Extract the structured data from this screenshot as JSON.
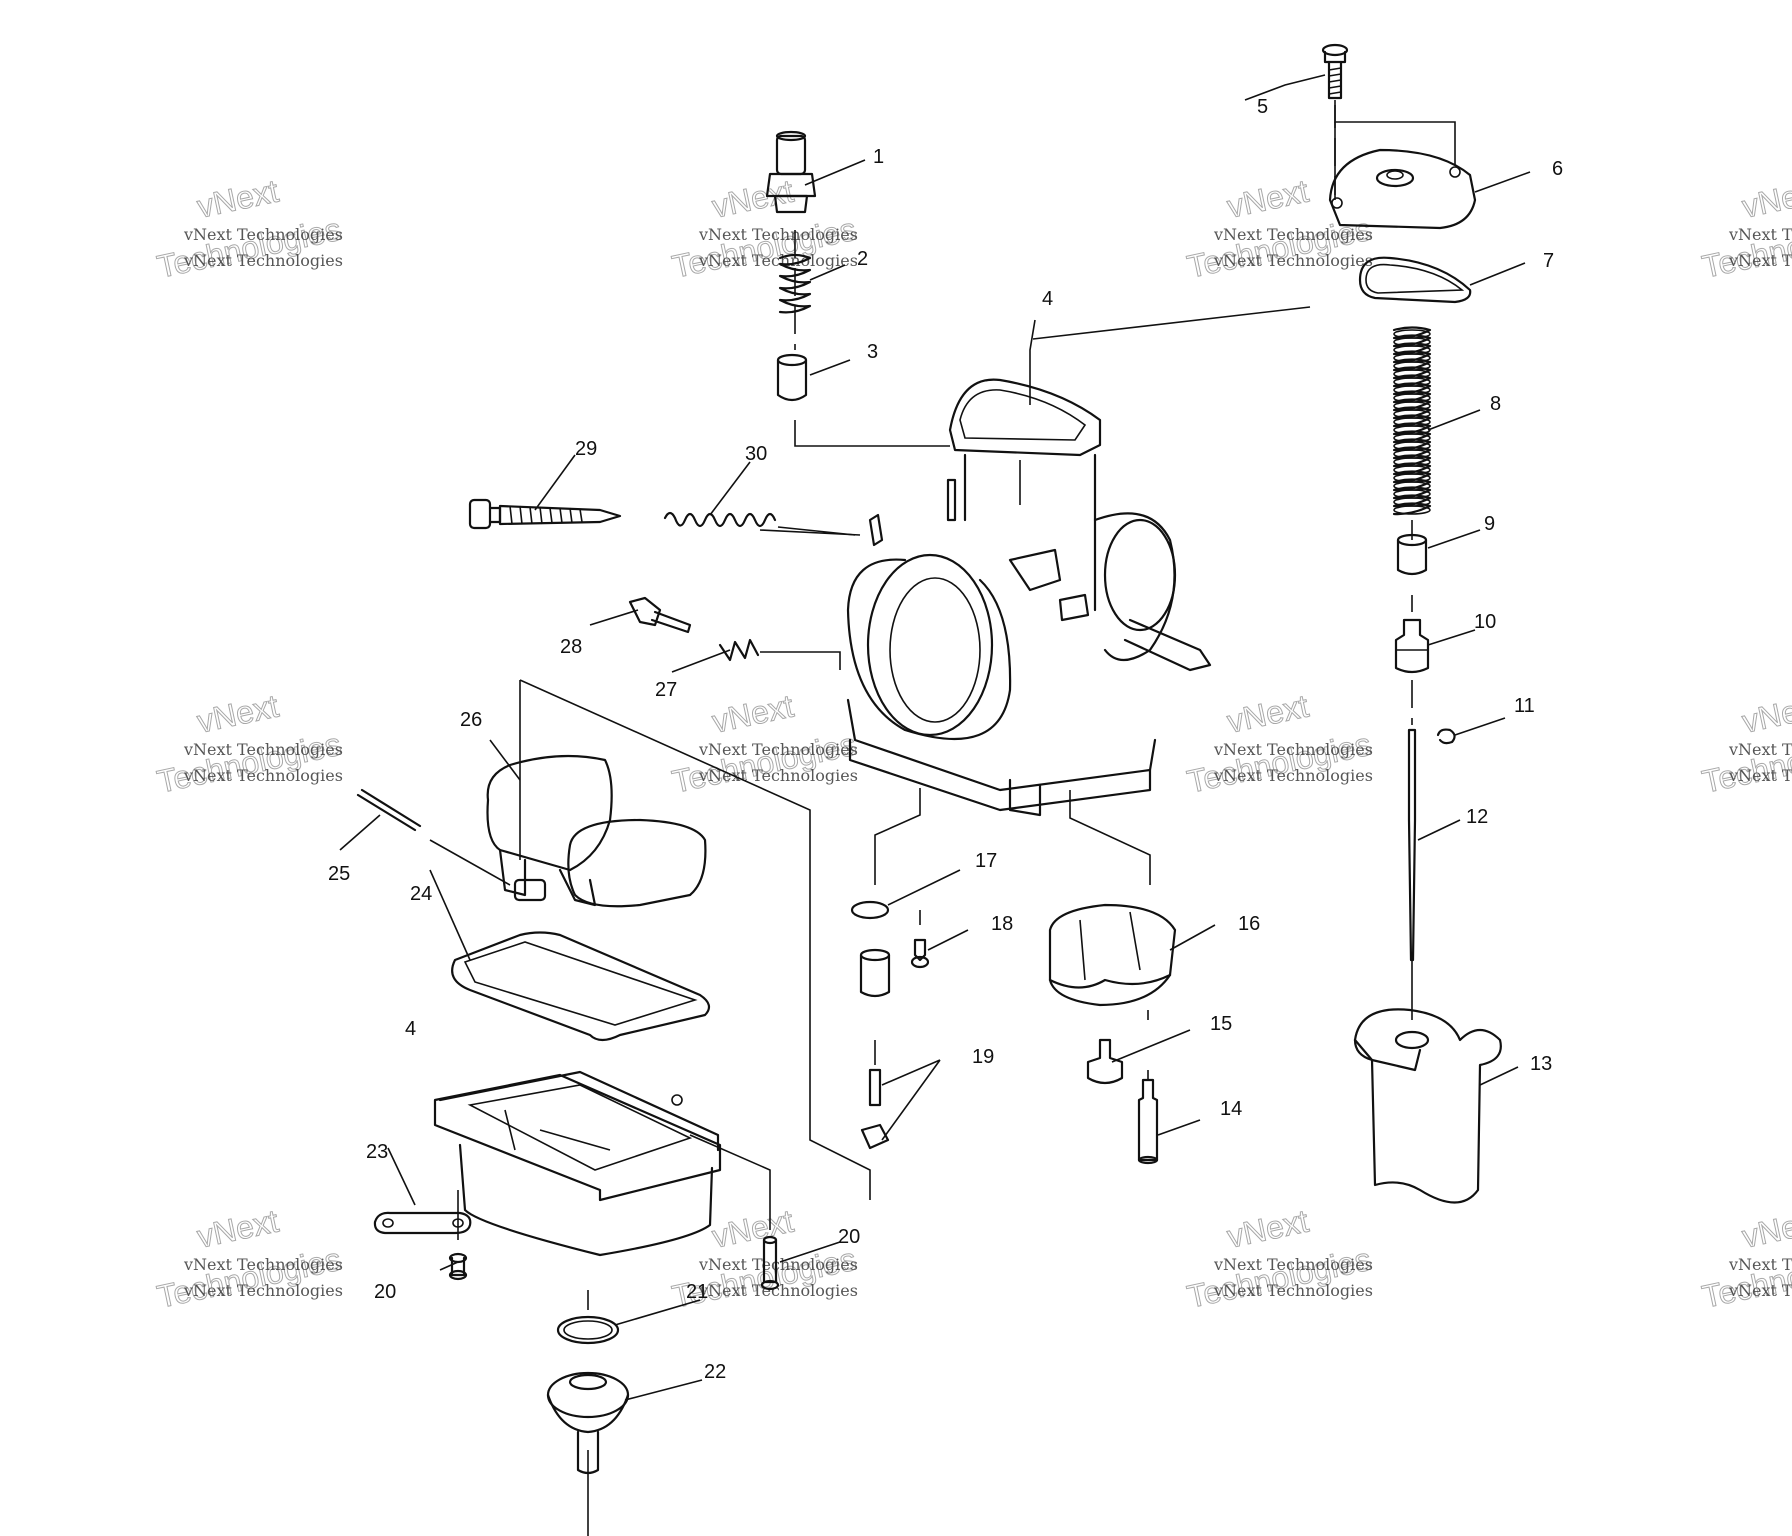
{
  "watermark": {
    "small": "vNext Technologies",
    "big": "Technologies",
    "brand": "vNext"
  },
  "callouts": [
    "1",
    "2",
    "3",
    "4",
    "5",
    "6",
    "7",
    "8",
    "9",
    "10",
    "11",
    "12",
    "13",
    "14",
    "15",
    "16",
    "17",
    "18",
    "19",
    "20",
    "21",
    "22",
    "23",
    "24",
    "25",
    "26",
    "27",
    "28",
    "29",
    "30"
  ],
  "repeat_labels": {
    "carb_body": "4",
    "float_bowl": "4",
    "screw_left": "20",
    "screw_right": "20"
  }
}
